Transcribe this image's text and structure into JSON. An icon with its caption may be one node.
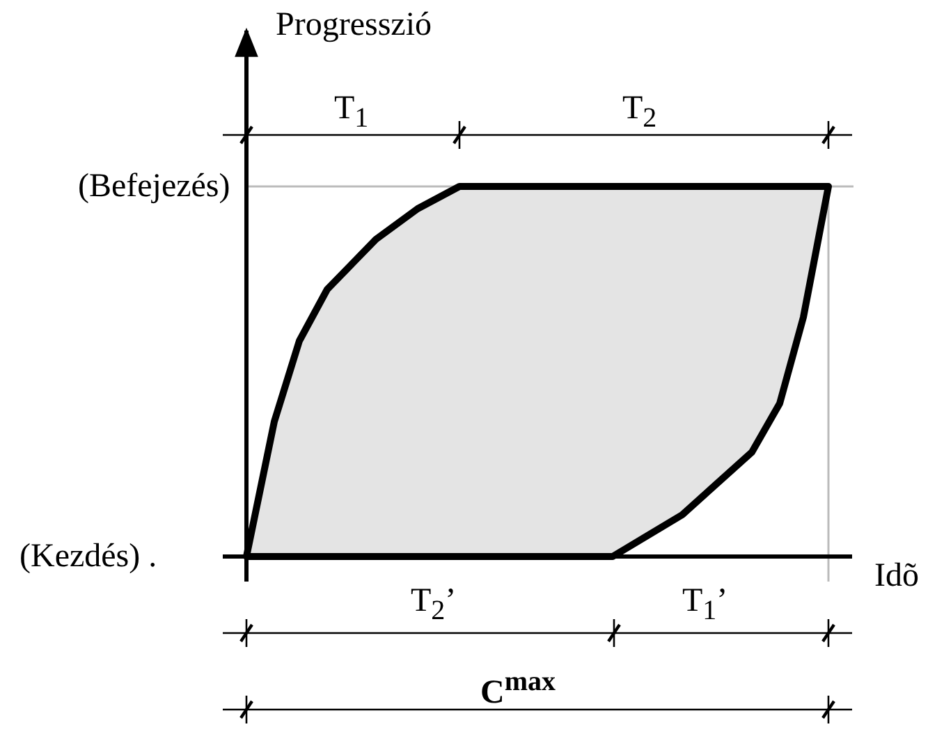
{
  "diagram": {
    "labels": [
      "Progresszió",
      "T$_{1}$",
      "T$_{2}$",
      "(Befejezés)",
      "(Kezdés) .",
      "Idõ",
      "T$_{2}$’",
      "T$_{1}$’",
      "C$^{max}$"
    ]
  }
}
